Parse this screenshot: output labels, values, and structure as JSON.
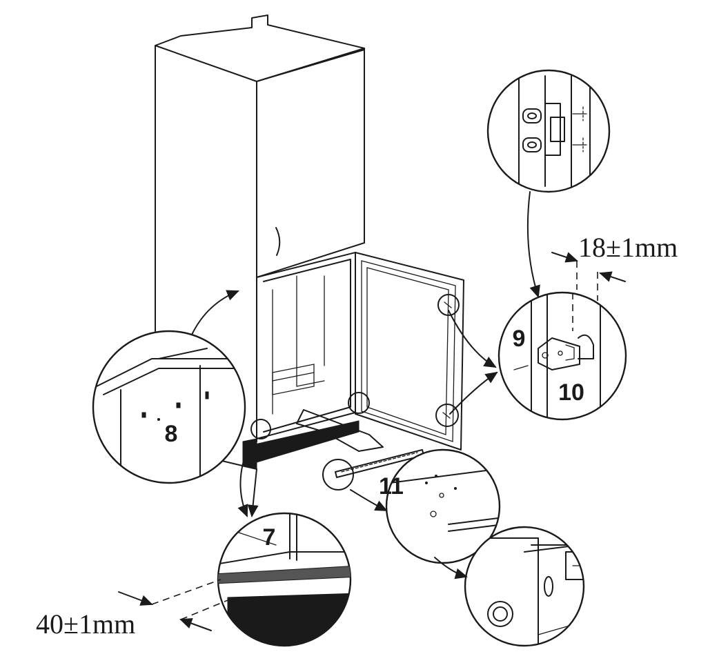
{
  "callouts": {
    "c7": "7",
    "c8": "8",
    "c9": "9",
    "c10": "10",
    "c11": "11"
  },
  "dimensions": {
    "top": "18±1mm",
    "bottom": "40±1mm"
  },
  "colors": {
    "line": "#1a1a1a",
    "background": "#ffffff"
  }
}
